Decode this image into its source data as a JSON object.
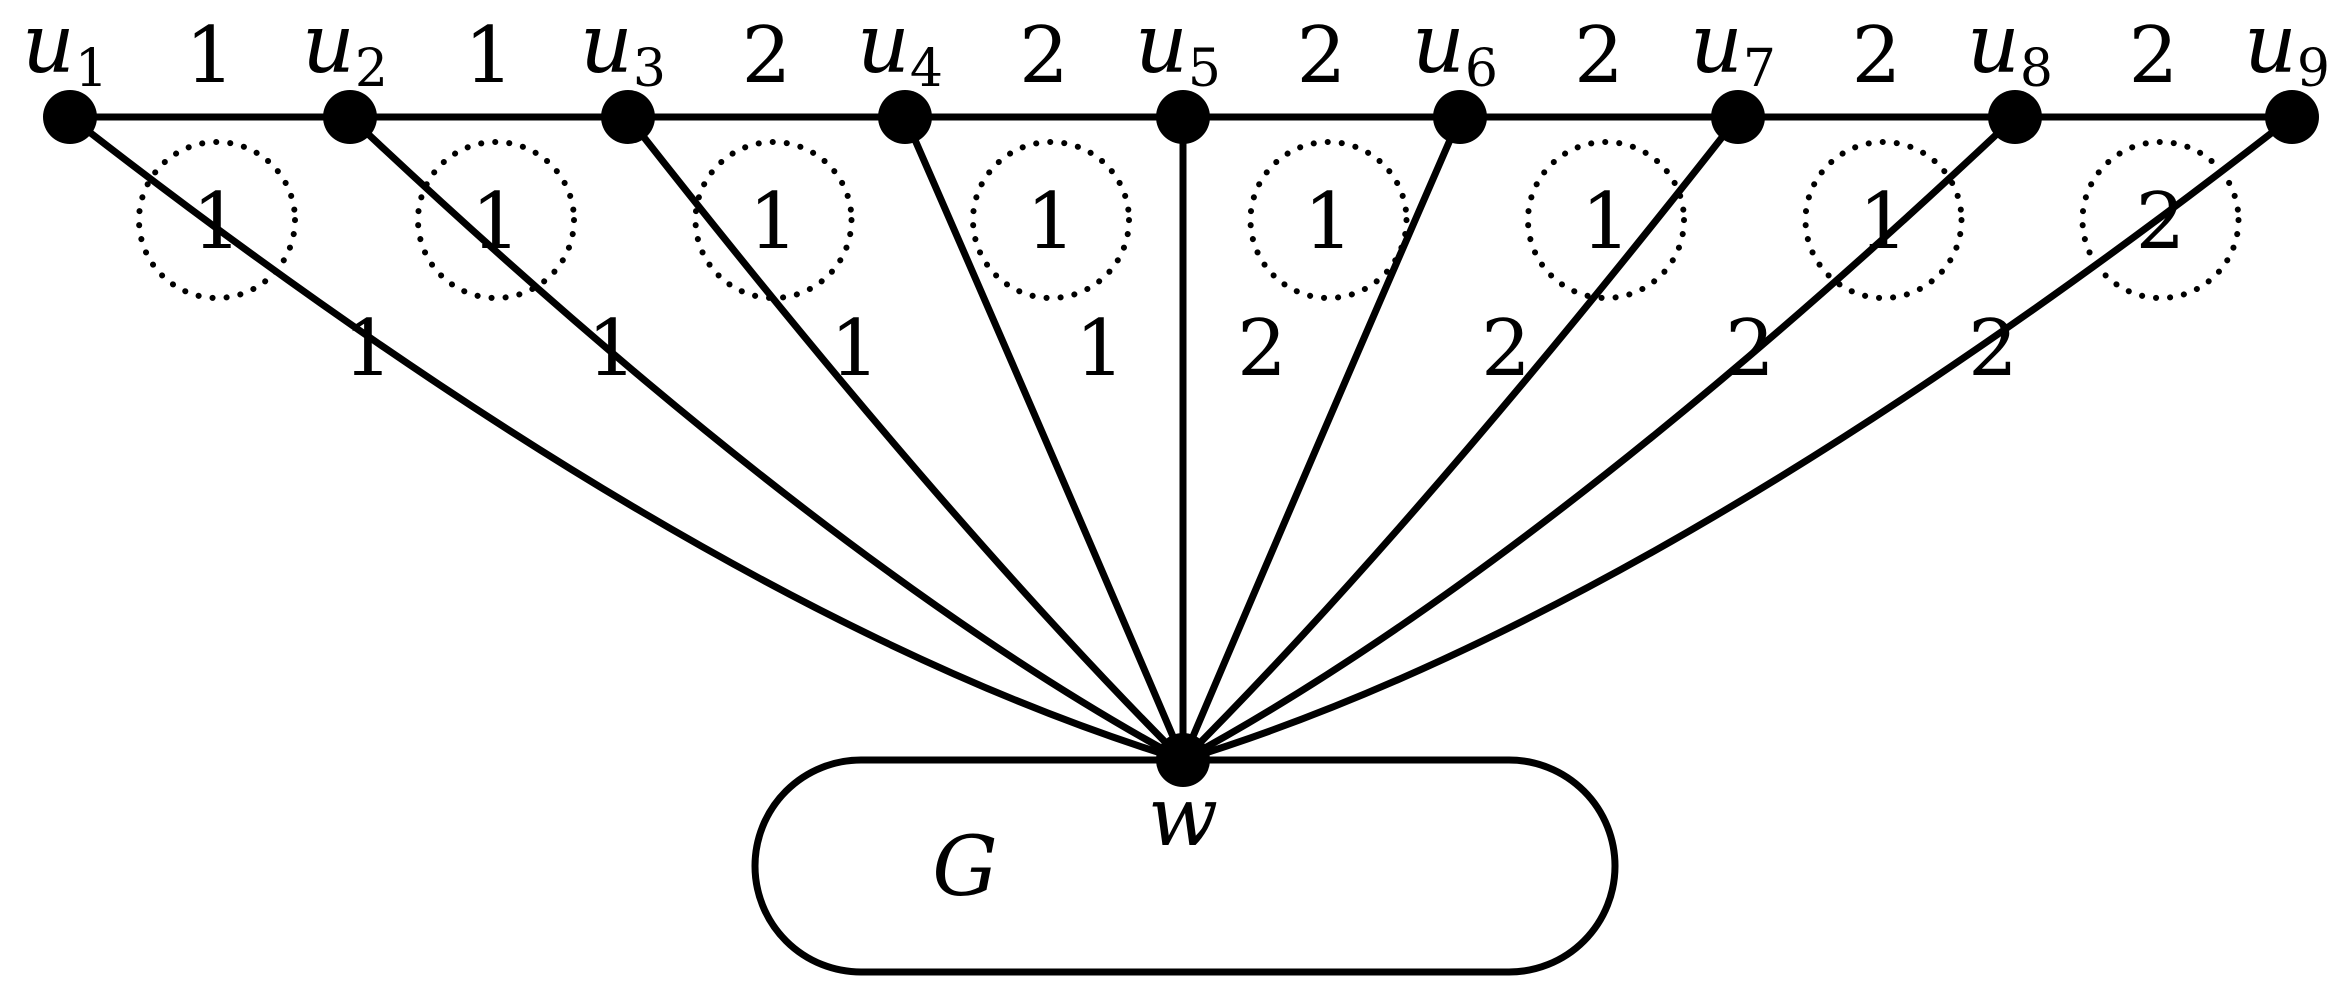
{
  "graph": {
    "path_vertices": [
      {
        "letter": "u",
        "sub": "1"
      },
      {
        "letter": "u",
        "sub": "2"
      },
      {
        "letter": "u",
        "sub": "3"
      },
      {
        "letter": "u",
        "sub": "4"
      },
      {
        "letter": "u",
        "sub": "5"
      },
      {
        "letter": "u",
        "sub": "6"
      },
      {
        "letter": "u",
        "sub": "7"
      },
      {
        "letter": "u",
        "sub": "8"
      },
      {
        "letter": "u",
        "sub": "9"
      }
    ],
    "hub": {
      "letter": "w"
    },
    "subgraph_label": "G",
    "path_edge_labels": [
      "1",
      "1",
      "2",
      "2",
      "2",
      "2",
      "2",
      "2"
    ],
    "spoke_edge_labels": [
      "1",
      "1",
      "1",
      "1",
      "2",
      "2",
      "2",
      "2"
    ],
    "face_labels": [
      "1",
      "1",
      "1",
      "1",
      "1",
      "1",
      "1",
      "2"
    ]
  }
}
